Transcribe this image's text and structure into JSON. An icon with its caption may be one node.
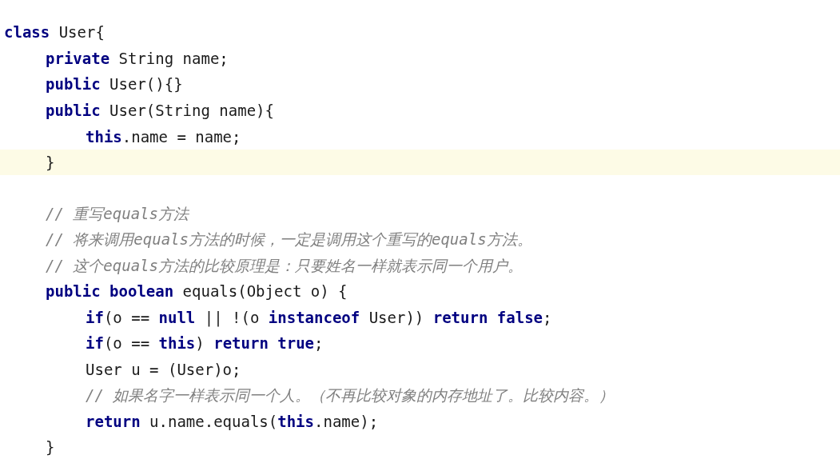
{
  "diagram": {
    "labels": [
      "**class** User{",
      "**private** String name;",
      "**public** User(){}",
      "**public** User(String name){",
      "**this**.name = name;",
      "}",
      "// 重写equals方法",
      "// 将来调用equals方法的时候，一定是调用这个重写的equals方法。",
      "// 这个equals方法的比较原理是：只要姓名一样就表示同一个用户。",
      "**public** **boolean** equals(Object o) {",
      "**if**(o == **null** || !(o **instanceof** User)) **return** **false**;",
      "**if**(o == **this**) **return** **true**;",
      "User u = (User)o;",
      "// 如果名字一样表示同一个人。（不再比较对象的内存地址了。比较内容。）",
      "**return** u.name.equals(**this**.name);",
      "}"
    ]
  }
}
